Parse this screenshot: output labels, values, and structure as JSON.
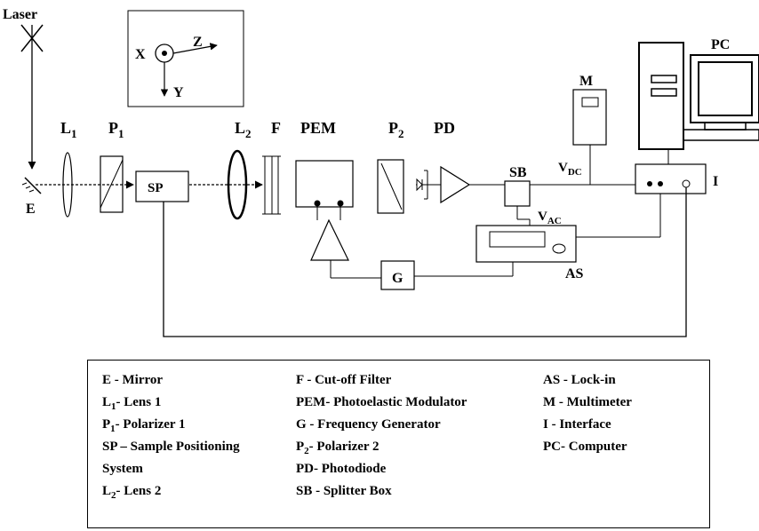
{
  "diagram": {
    "laser": "Laser",
    "axes": {
      "x": "X",
      "y": "Y",
      "z": "Z"
    },
    "labels": {
      "E": "E",
      "L1": "L",
      "L1_sub": "1",
      "P1": "P",
      "P1_sub": "1",
      "SP": "SP",
      "L2": "L",
      "L2_sub": "2",
      "F": "F",
      "PEM": "PEM",
      "P2": "P",
      "P2_sub": "2",
      "PD": "PD",
      "M": "M",
      "SB": "SB",
      "VDC": "V",
      "VDC_sub": "DC",
      "VAC": "V",
      "VAC_sub": "AC",
      "PC": "PC",
      "I": "I",
      "AS": "AS",
      "G": "G"
    }
  },
  "legend": {
    "col1": [
      {
        "text": "E -   Mirror"
      },
      {
        "pre": "L",
        "sub": "1",
        "post": "-  Lens 1"
      },
      {
        "pre": "P",
        "sub": "1",
        "post": "-  Polarizer 1"
      },
      {
        "text": "SP – Sample Positioning"
      },
      {
        "text": "System"
      },
      {
        "pre": "L",
        "sub": "2",
        "post": "-  Lens 2"
      }
    ],
    "col2": [
      {
        "text": "F - Cut-off Filter"
      },
      {
        "text": "PEM- Photoelastic Modulator"
      },
      {
        "text": "G - Frequency Generator"
      },
      {
        "pre": "P",
        "sub": "2",
        "post": "- Polarizer 2"
      },
      {
        "text": "PD- Photodiode"
      },
      {
        "text": "SB - Splitter Box"
      }
    ],
    "col3": [
      {
        "text": "AS - Lock-in"
      },
      {
        "text": "M -  Multimeter"
      },
      {
        "text": "I -    Interface"
      },
      {
        "text": "PC- Computer"
      }
    ]
  }
}
